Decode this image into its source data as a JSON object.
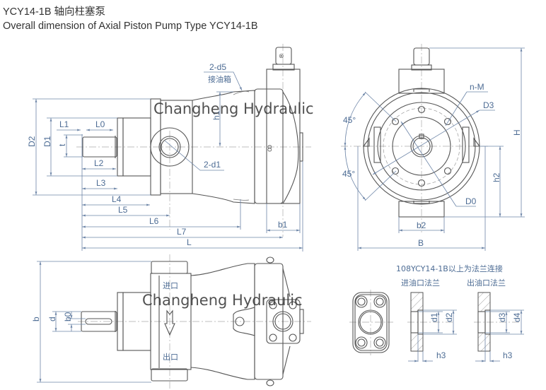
{
  "header": {
    "title_cn": "YCY14-1B 轴向柱塞泵",
    "title_en": "Overall dimension of Axial Piston Pump Type YCY14-1B"
  },
  "watermark": "Changheng Hydraulic",
  "side_view": {
    "labels": {
      "d5": "2-d5",
      "oil_tank": "接油箱",
      "d1_port": "2-d1",
      "h1": "h1",
      "D2": "D2",
      "D1": "D1",
      "t": "t",
      "L0": "L0",
      "L1": "L1",
      "L2": "L2",
      "L3": "L3",
      "L4": "L4",
      "L5": "L5",
      "L6": "L6",
      "L7": "L7",
      "L": "L",
      "b1": "b1"
    }
  },
  "end_view": {
    "labels": {
      "nM": "n-M",
      "D3": "D3",
      "D0": "D0",
      "angle_top": "45°",
      "angle_bottom": "45°",
      "H": "H",
      "h2": "h2",
      "b2": "b2",
      "B": "B"
    }
  },
  "top_view": {
    "labels": {
      "b": "b",
      "d": "d",
      "b0": "b0",
      "inlet": "进口",
      "outlet": "出口"
    }
  },
  "flange": {
    "note": "108YCY14-1B以上为法兰连接",
    "inlet_title": "进油口法兰",
    "outlet_title": "出油口法兰",
    "labels": {
      "d1": "d1",
      "d2": "d2",
      "d3": "d3",
      "d4": "d4",
      "h3_in": "h3",
      "h3_out": "h3"
    }
  }
}
